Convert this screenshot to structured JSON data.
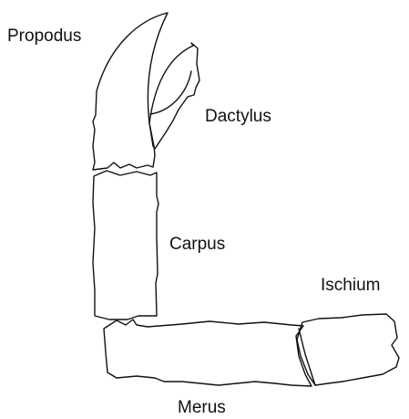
{
  "labels": {
    "propodus": "Propodus",
    "dactylus": "Dactylus",
    "carpus": "Carpus",
    "ischium": "Ischium",
    "merus": "Merus"
  },
  "colors": {
    "background": "#ffffff",
    "stroke": "#111111",
    "text": "#111111"
  }
}
